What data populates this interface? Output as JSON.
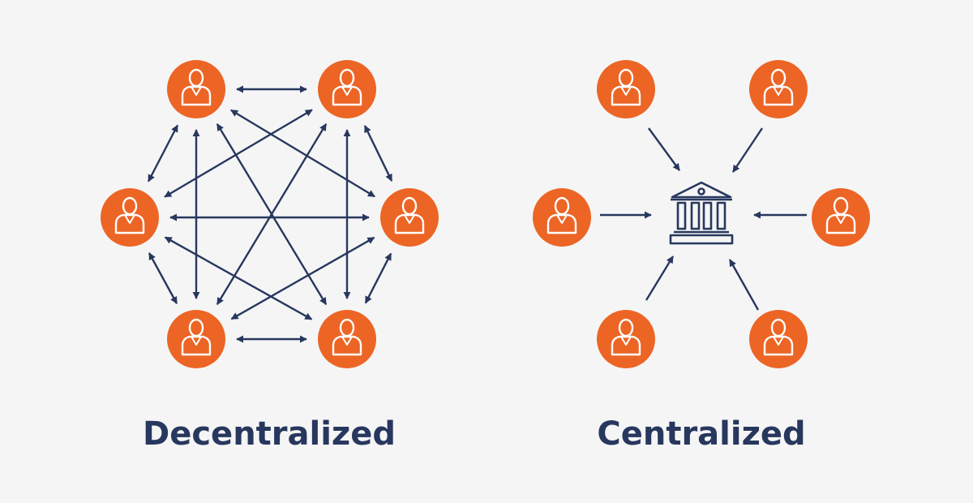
{
  "colors": {
    "background": "#f5f5f5",
    "node_fill": "#ec6525",
    "icon_stroke": "#ffffff",
    "arrow": "#27375e",
    "caption": "#27375e"
  },
  "decentralized": {
    "label": "Decentralized",
    "node_icon": "user-icon",
    "node_count": 6,
    "connections": "bidirectional-all-pairs"
  },
  "centralized": {
    "label": "Centralized",
    "node_icon": "user-icon",
    "hub_icon": "bank-icon",
    "node_count": 6,
    "connections": "unidirectional-to-hub"
  }
}
